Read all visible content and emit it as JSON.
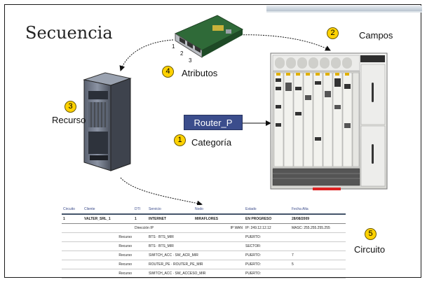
{
  "slide": {
    "title": "Secuencia",
    "steps": [
      {
        "num": "1",
        "label": "Categoría"
      },
      {
        "num": "2",
        "label": "Campos"
      },
      {
        "num": "3",
        "label": "Recurso"
      },
      {
        "num": "4",
        "label": "Atributos"
      },
      {
        "num": "5",
        "label": "Circuito"
      }
    ],
    "category_box": "Router_P",
    "card_port_numbers": [
      "1",
      "2",
      "3"
    ],
    "table": {
      "headers": [
        "Circuito",
        "Cliente",
        "DTI",
        "Servicio",
        "Nodo",
        "Estado",
        "Fecha Alta"
      ],
      "main_row": [
        "1",
        "VALTER_SRL_1",
        "1",
        "INTERNET",
        "MIRAFLORES",
        "EN PROGRESO",
        "28/08/2009"
      ],
      "ip_row": {
        "label": "Dirección IP",
        "value_label": "IP WAN",
        "ip": "IP: 249.12.12.12",
        "mask": "MASC: 255.255.255.255"
      },
      "resource_rows": [
        {
          "type": "Recurso",
          "name": "BTS · BTS_MIR",
          "field": "PUERTO:",
          "value": ""
        },
        {
          "type": "Recurso",
          "name": "BTS · BTS_MIR",
          "field": "SECTOR:",
          "value": ""
        },
        {
          "type": "Recurso",
          "name": "SWITCH_ACC · SW_ACR_MIR",
          "field": "PUERTO:",
          "value": "7"
        },
        {
          "type": "Recurso",
          "name": "ROUTER_PE · ROUTER_PE_MIR",
          "field": "PUERTO:",
          "value": "5"
        },
        {
          "type": "Recurso",
          "name": "SWITCH_ACC · SW_ACCESO_MIR",
          "field": "PUERTO:",
          "value": ""
        }
      ]
    }
  }
}
